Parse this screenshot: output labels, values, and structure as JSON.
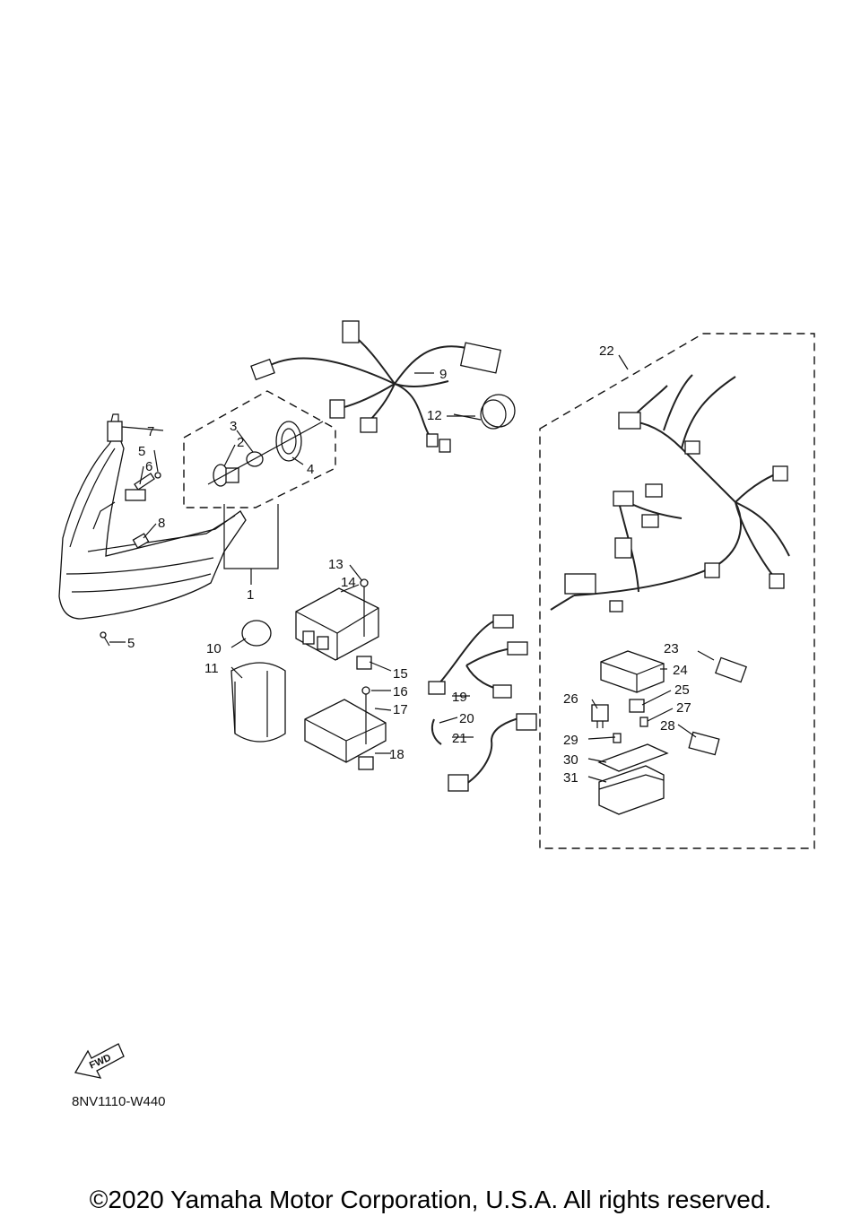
{
  "diagram_code": "8NV1110-W440",
  "copyright": "©2020 Yamaha Motor Corporation, U.S.A. All rights reserved.",
  "fwd_label": "FWD",
  "callouts": [
    "1",
    "2",
    "3",
    "4",
    "5",
    "5",
    "6",
    "7",
    "8",
    "9",
    "10",
    "11",
    "12",
    "13",
    "14",
    "15",
    "16",
    "17",
    "18",
    "19",
    "20",
    "21",
    "22",
    "23",
    "24",
    "25",
    "26",
    "27",
    "28",
    "29",
    "30",
    "31"
  ]
}
